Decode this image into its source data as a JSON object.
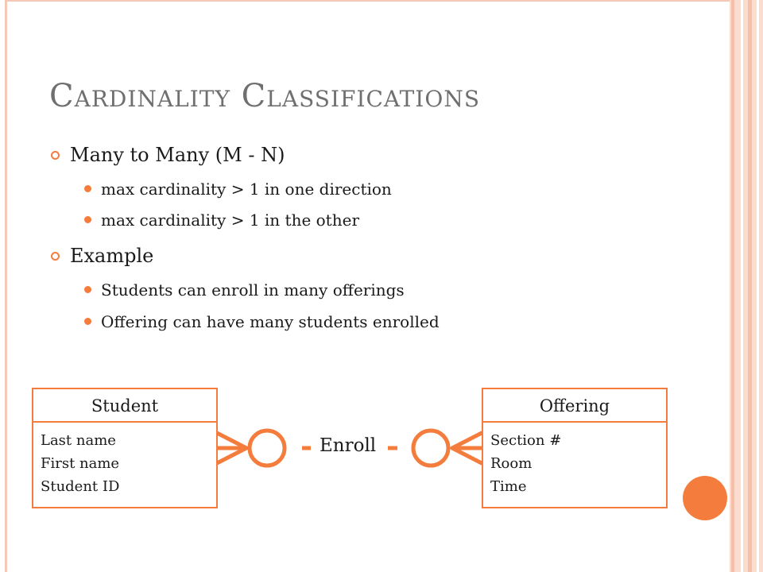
{
  "slide": {
    "title": "Cardinality Classifications",
    "bullets": [
      {
        "text": "Many to Many (M - N)",
        "sub": [
          "max cardinality > 1 in one direction",
          "max cardinality > 1 in the other"
        ]
      },
      {
        "text": "Example",
        "sub": [
          "Students can enroll in many offerings",
          "Offering can have many students enrolled"
        ]
      }
    ]
  },
  "diagram": {
    "relationship": "Enroll",
    "entities": [
      {
        "name": "Student",
        "attributes": [
          "Last name",
          "First name",
          "Student ID"
        ]
      },
      {
        "name": "Offering",
        "attributes": [
          "Section #",
          "Room",
          "Time"
        ]
      }
    ]
  },
  "colors": {
    "accent": "#f47c3c",
    "title": "#6f6f6f",
    "frame": "#f6c9b7"
  }
}
